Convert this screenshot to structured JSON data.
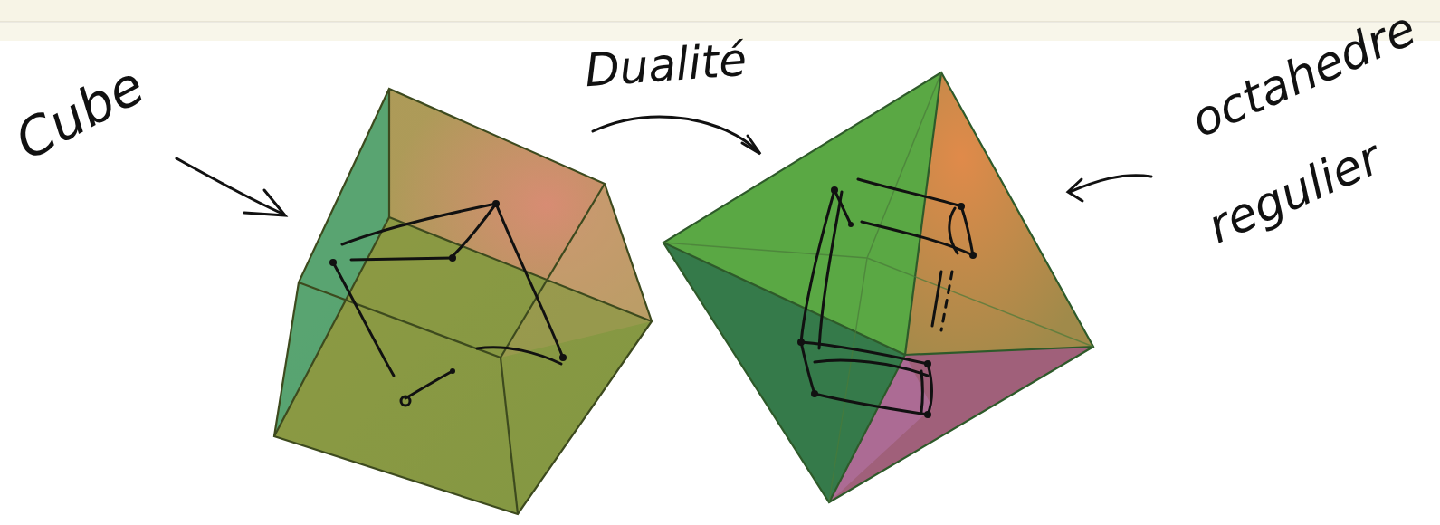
{
  "diagram": {
    "labels": [
      "Cube",
      "Dualité",
      "octahedre",
      "regulier"
    ]
  }
}
